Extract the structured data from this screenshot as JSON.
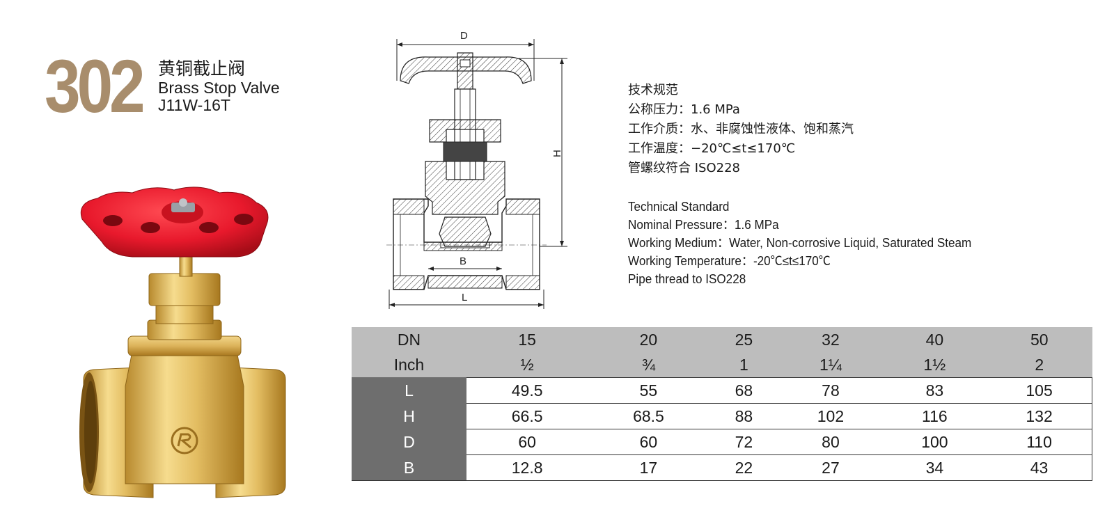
{
  "header": {
    "model_number": "302",
    "title_cn": "黄铜截止阀",
    "title_en": "Brass Stop Valve",
    "model_code": "J11W-16T"
  },
  "drawing": {
    "labels": {
      "d": "D",
      "h": "H",
      "b": "B",
      "l": "L"
    }
  },
  "specs_cn": [
    "技术规范",
    "公称压力：1.6 MPa",
    "工作介质：水、非腐蚀性液体、饱和蒸汽",
    "工作温度：−20℃≤t≤170℃",
    "管螺纹符合 ISO228"
  ],
  "specs_en": [
    "Technical Standard",
    "Nominal Pressure：1.6 MPa",
    "Working Medium：Water, Non-corrosive Liquid, Saturated Steam",
    "Working Temperature：-20℃≤t≤170℃",
    "Pipe thread to ISO228"
  ],
  "table": {
    "header_rows": [
      {
        "label": "DN",
        "cells": [
          "15",
          "20",
          "25",
          "32",
          "40",
          "50"
        ]
      },
      {
        "label": "Inch",
        "cells": [
          "½",
          "¾",
          "1",
          "1¼",
          "1½",
          "2"
        ]
      }
    ],
    "body_rows": [
      {
        "label": "L",
        "cells": [
          "49.5",
          "55",
          "68",
          "78",
          "83",
          "105"
        ]
      },
      {
        "label": "H",
        "cells": [
          "66.5",
          "68.5",
          "88",
          "102",
          "116",
          "132"
        ]
      },
      {
        "label": "D",
        "cells": [
          "60",
          "60",
          "72",
          "80",
          "100",
          "110"
        ]
      },
      {
        "label": "B",
        "cells": [
          "12.8",
          "17",
          "22",
          "27",
          "34",
          "43"
        ]
      }
    ]
  },
  "colors": {
    "model_number": "#a88d6c",
    "handwheel": "#e8192c",
    "brass": "#d9b35a",
    "table_header_bg": "#bdbdbd",
    "table_label_bg": "#6e6e6e"
  }
}
